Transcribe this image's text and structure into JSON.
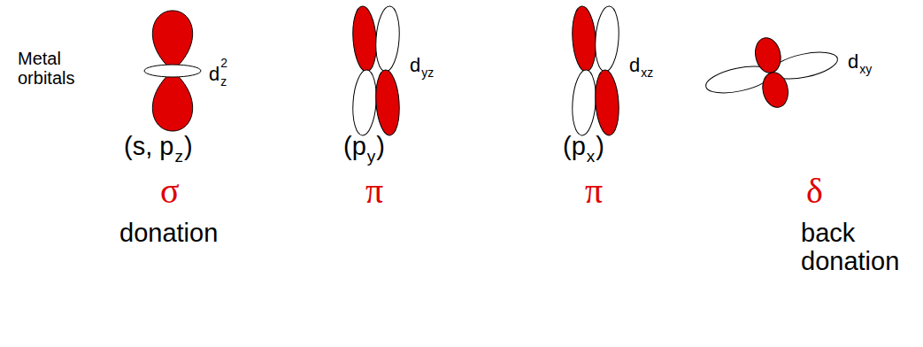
{
  "diagram": {
    "labels": [
      "Metal orbitals",
      "d",
      "z",
      "2",
      "d",
      "yz",
      "d",
      "xz",
      "d",
      "xy",
      "(s, p",
      "z",
      ")",
      "(p",
      "y",
      ")",
      "(p",
      "x",
      ")",
      "σ",
      "π",
      "π",
      "δ",
      "donation",
      "back donation"
    ]
  }
}
